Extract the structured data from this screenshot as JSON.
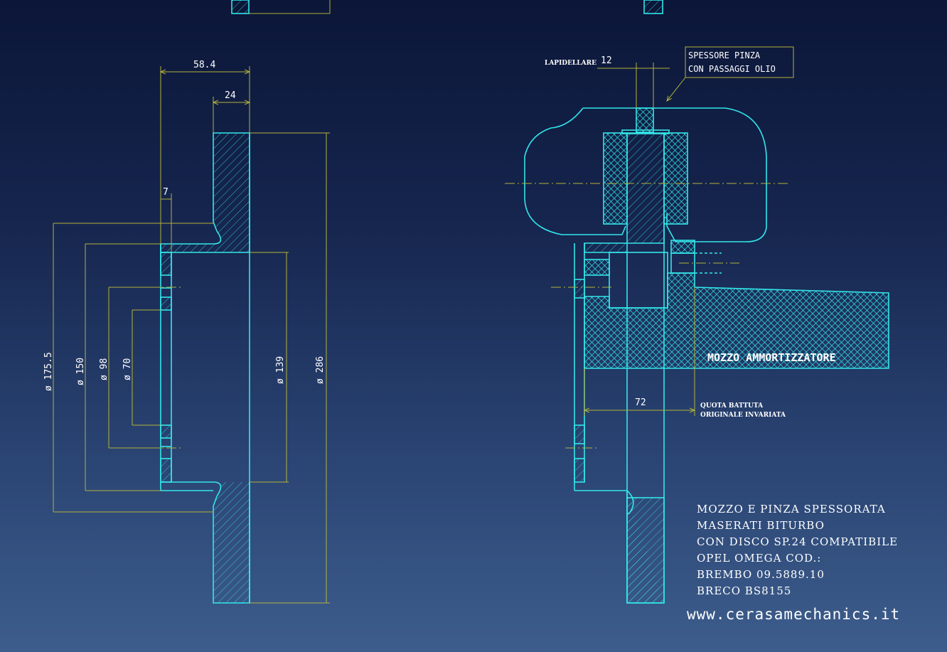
{
  "drawing": {
    "left_view": {
      "dims": {
        "width_total": "58.4",
        "width_disc": "24",
        "offset": "7",
        "d1": "ø 175.5",
        "d2": "ø 150",
        "d3": "ø 98",
        "d4": "ø 70",
        "d5": "ø 139",
        "d6": "ø 286"
      }
    },
    "right_view": {
      "lapidellare_label": "LAPIDELLARE",
      "lapidellare_value": "12",
      "callout_line1": "SPESSORE PINZA",
      "callout_line2": "CON PASSAGGI OLIO",
      "hub_label": "MOZZO AMMORTIZZATORE",
      "dim_72": "72",
      "note_line1": "QUOTA BATTUTA",
      "note_line2": "ORIGINALE INVARIATA"
    },
    "notes": [
      "MOZZO E PINZA SPESSORATA",
      "MASERATI BITURBO",
      "CON DISCO SP.24 COMPATIBILE",
      "OPEL OMEGA COD.:",
      "BREMBO 09.5889.10",
      "BRECO BS8155"
    ],
    "website": "www.cerasamechanics.it",
    "colors": {
      "outline": "#33e6ea",
      "dimension": "#b3b23a",
      "text": "#ffffff"
    }
  }
}
